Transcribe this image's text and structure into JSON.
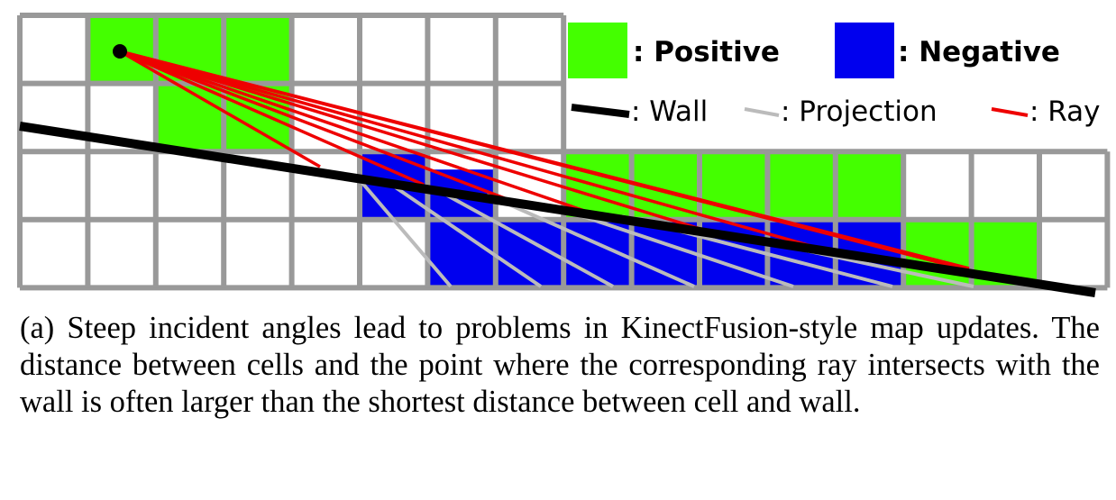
{
  "colors": {
    "positive": "#44ff00",
    "negative": "#0000ee",
    "grid": "#999999",
    "wall": "#000000",
    "projection": "#bbbbbb",
    "ray": "#ee0000"
  },
  "legend": {
    "positive": ": Positive",
    "negative": ": Negative",
    "wall": ": Wall",
    "projection": ": Projection",
    "ray": ": Ray"
  },
  "caption": "(a) Steep incident angles lead to problems in KinectFusion-style map updates. The distance between cells and the point where the corresponding ray intersects with the wall is often larger than the shortest distance between cell and wall."
}
